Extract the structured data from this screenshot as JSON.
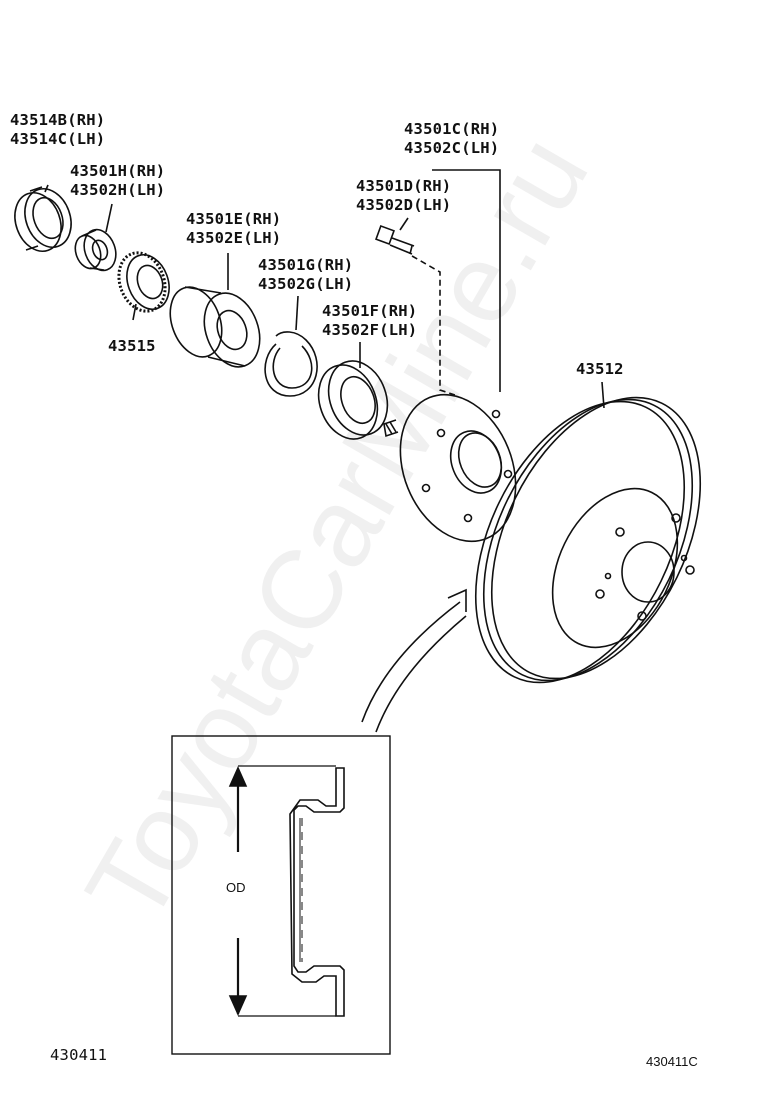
{
  "watermark": "ToyotaCarMine.ru",
  "figure_id_left": "430411",
  "figure_id_right": "430411C",
  "inset_label": "OD",
  "parts": {
    "p43514": [
      "43514B(RH)",
      "43514C(LH)"
    ],
    "p43501h": [
      "43501H(RH)",
      "43502H(LH)"
    ],
    "p43501e": [
      "43501E(RH)",
      "43502E(LH)"
    ],
    "p43515": [
      "43515"
    ],
    "p43501g": [
      "43501G(RH)",
      "43502G(LH)"
    ],
    "p43501f": [
      "43501F(RH)",
      "43502F(LH)"
    ],
    "p43501c": [
      "43501C(RH)",
      "43502C(LH)"
    ],
    "p43501d": [
      "43501D(RH)",
      "43502D(LH)"
    ],
    "p43512": [
      "43512"
    ]
  }
}
